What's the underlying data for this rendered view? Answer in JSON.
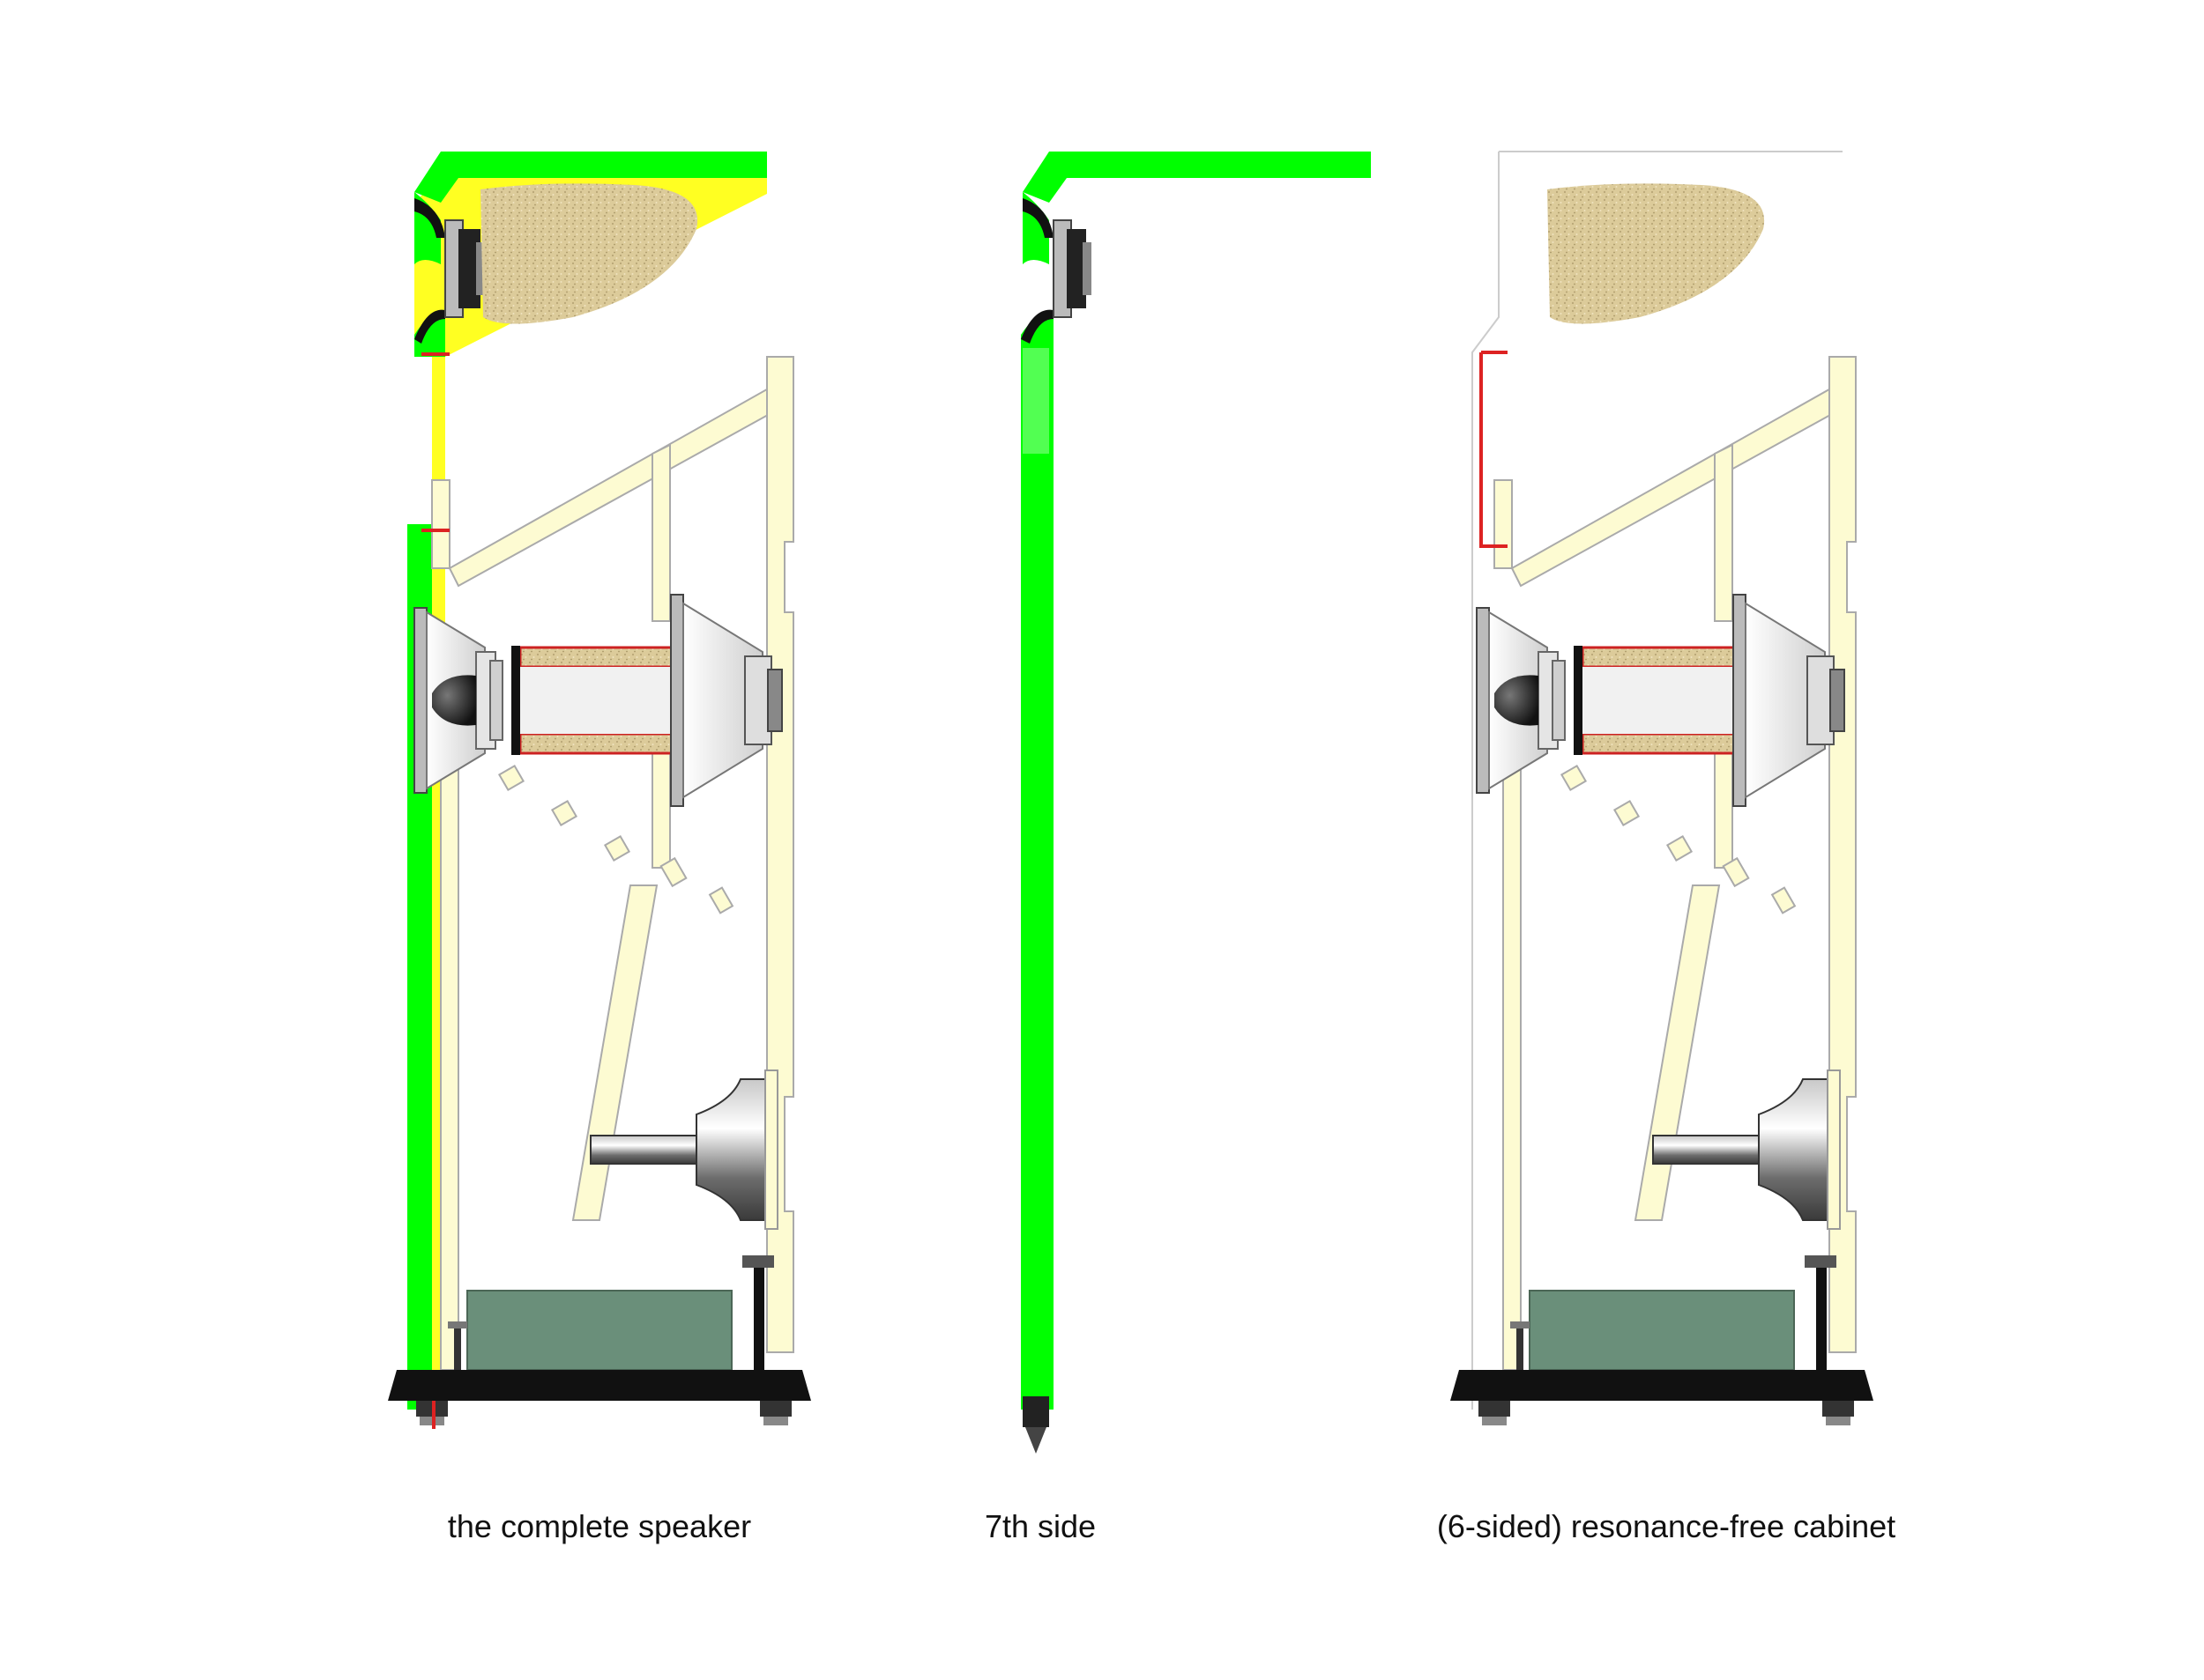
{
  "captions": {
    "complete": "the complete speaker",
    "seventh": "7th side",
    "cabinet": "(6-sided) resonance-free cabinet"
  },
  "colors": {
    "seventh_side_green": "#00ff00",
    "resin_yellow": "#ffff22",
    "cabinet_wall": "#fdfbd2",
    "damping_material": "#dccb9a",
    "electronics_box": "#6a8f7a",
    "plinth": "#111111",
    "red_seal": "#dd2222"
  },
  "icons": {
    "tweeter": "tweeter-icon",
    "midrange": "midrange-driver-icon",
    "woofer": "woofer-icon",
    "spike": "spike-foot-icon"
  }
}
